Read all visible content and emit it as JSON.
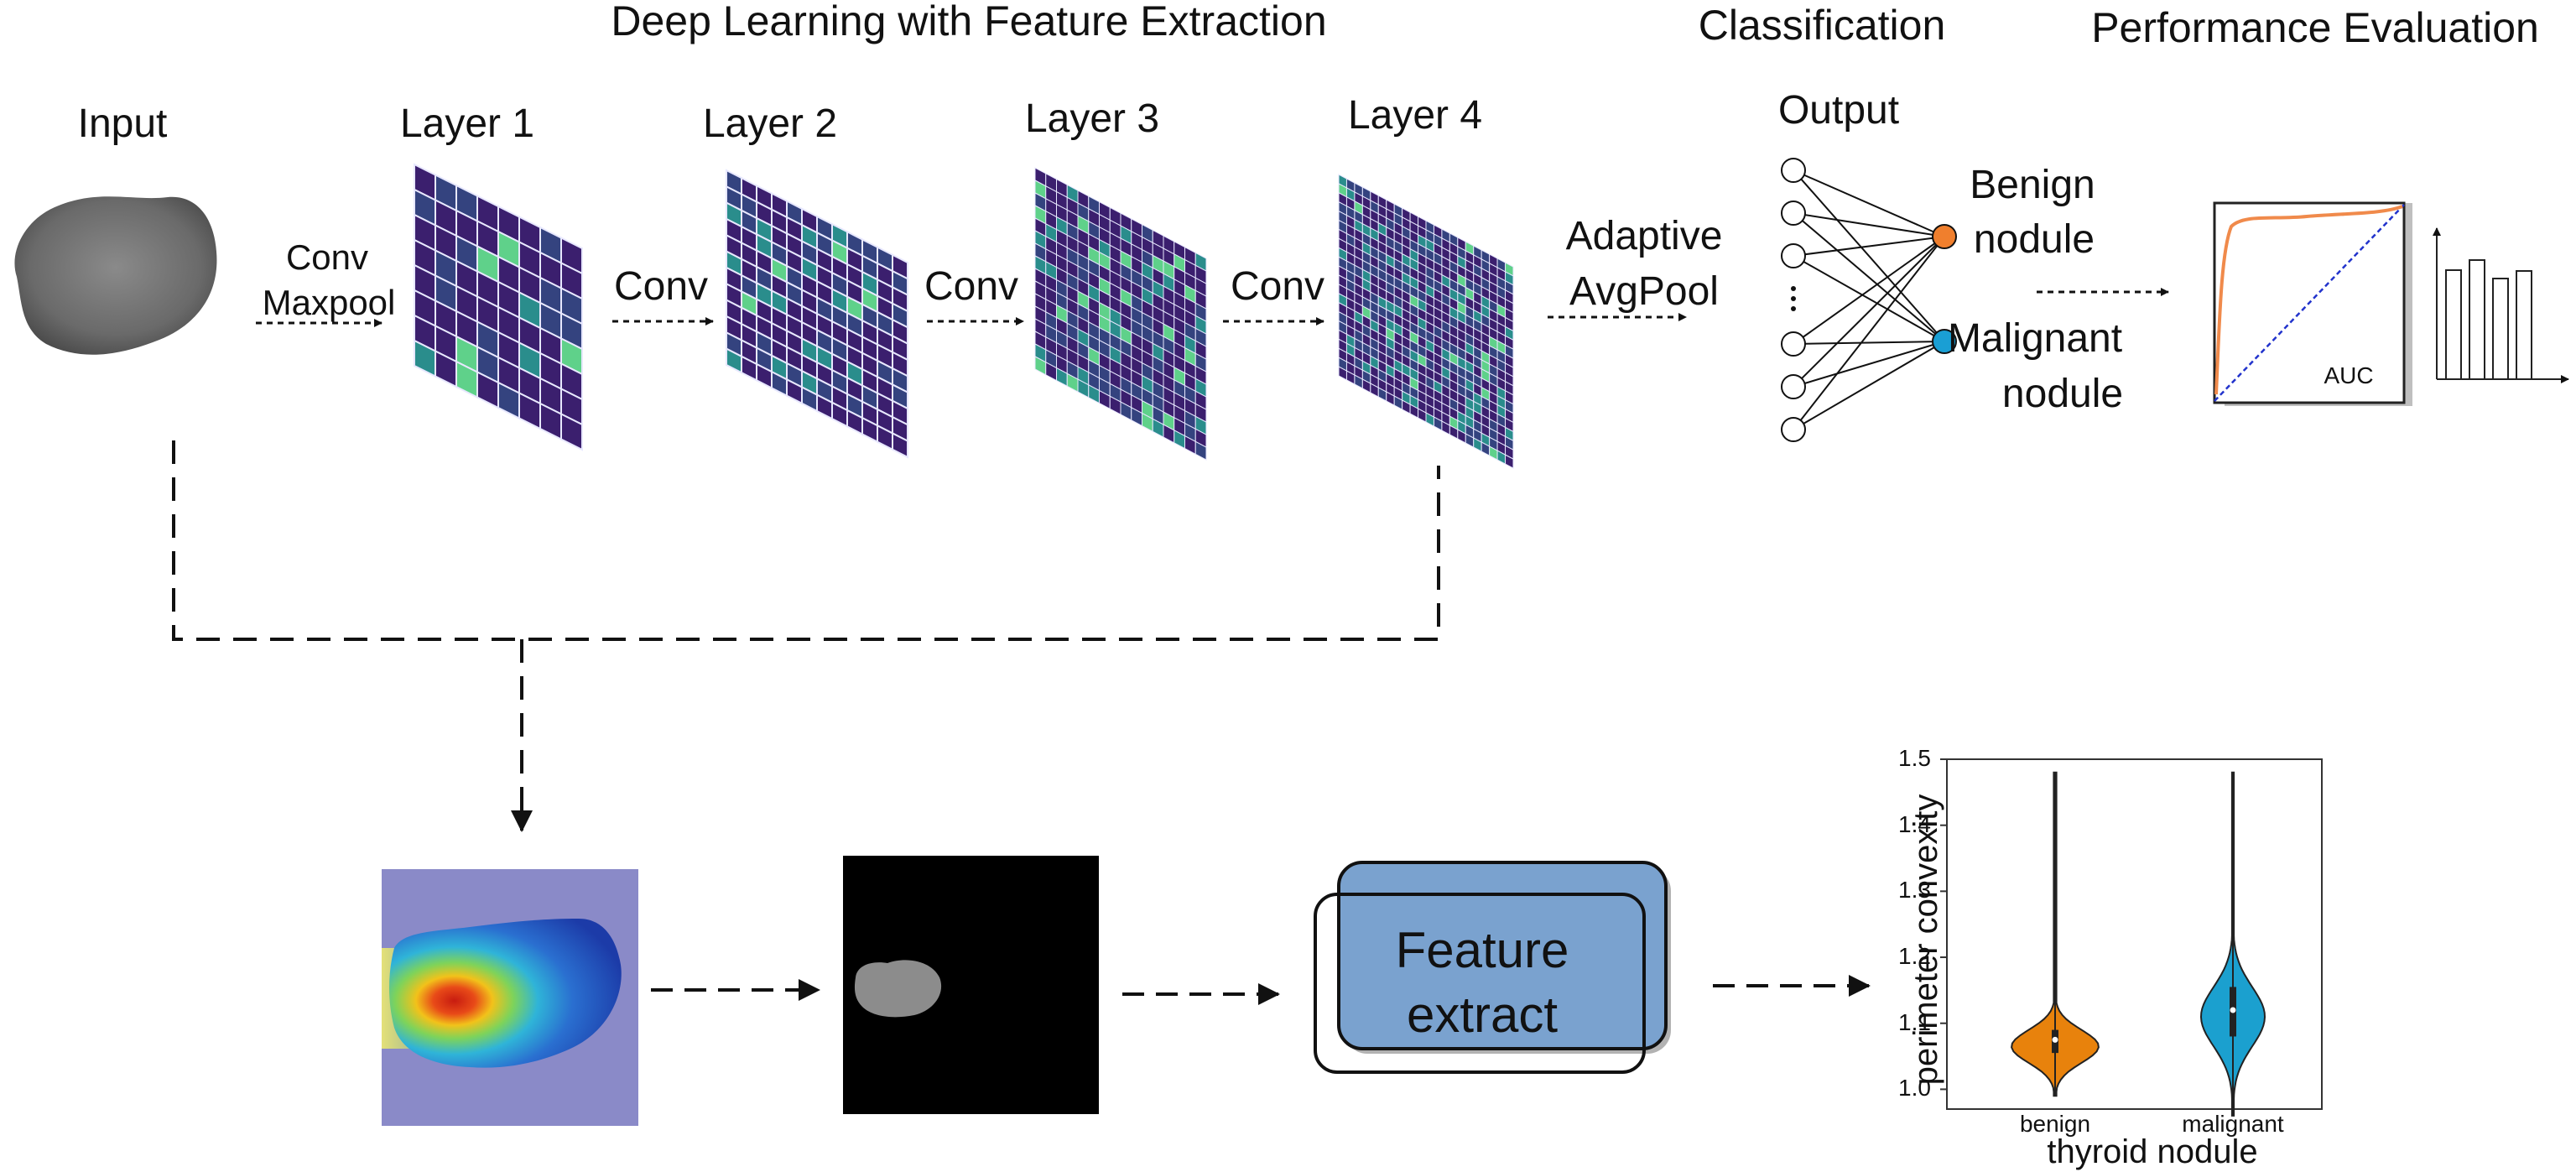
{
  "stages": {
    "deep_learning": "Deep Learning with Feature Extraction",
    "classification": "Classification",
    "performance": "Performance Evaluation"
  },
  "input_label": "Input",
  "layers": [
    "Layer 1",
    "Layer 2",
    "Layer 3",
    "Layer 4"
  ],
  "ops": {
    "conv_maxpool_line1": "Conv",
    "conv_maxpool_line2": "Maxpool",
    "conv": "Conv",
    "adaptive_line1": "Adaptive",
    "adaptive_line2": "AvgPool"
  },
  "classification": {
    "output": "Output",
    "benign_line1": "Benign",
    "benign_line2": "nodule",
    "malignant_line1": "Malignant",
    "malignant_line2": "nodule",
    "benign_color": "#f07f2d",
    "malignant_color": "#1a9fd4"
  },
  "roc": {
    "label": "AUC",
    "curve_color": "#f08a4b",
    "diagonal_color": "#2233cc"
  },
  "feature_box": {
    "line1": "Feature",
    "line2": "extract",
    "fill": "#7aa2cf"
  },
  "colors": {
    "heatmap_bg": "#8a8ac8",
    "featuremap_bg": "#3b1f6e",
    "featuremap_grid": "#e8e8ff"
  },
  "chart_data": {
    "type": "violin",
    "title": "",
    "xlabel": "thyroid nodule",
    "ylabel": "perimeter convexity",
    "categories": [
      "benign",
      "malignant"
    ],
    "ylim": [
      0.97,
      1.5
    ],
    "yticks": [
      1.0,
      1.1,
      1.2,
      1.3,
      1.4,
      1.5
    ],
    "ytick_labels": [
      "1.0",
      "1.1",
      "1.2",
      "1.3",
      "1.4",
      "1.5"
    ],
    "series": [
      {
        "category": "benign",
        "color": "#e8820c",
        "min": 0.99,
        "max": 1.48,
        "q1": 1.055,
        "median": 1.075,
        "q3": 1.09,
        "mode": 1.065
      },
      {
        "category": "malignant",
        "color": "#1ba0cf",
        "min": 0.96,
        "max": 1.48,
        "q1": 1.08,
        "median": 1.12,
        "q3": 1.155,
        "mode": 1.11
      }
    ]
  }
}
